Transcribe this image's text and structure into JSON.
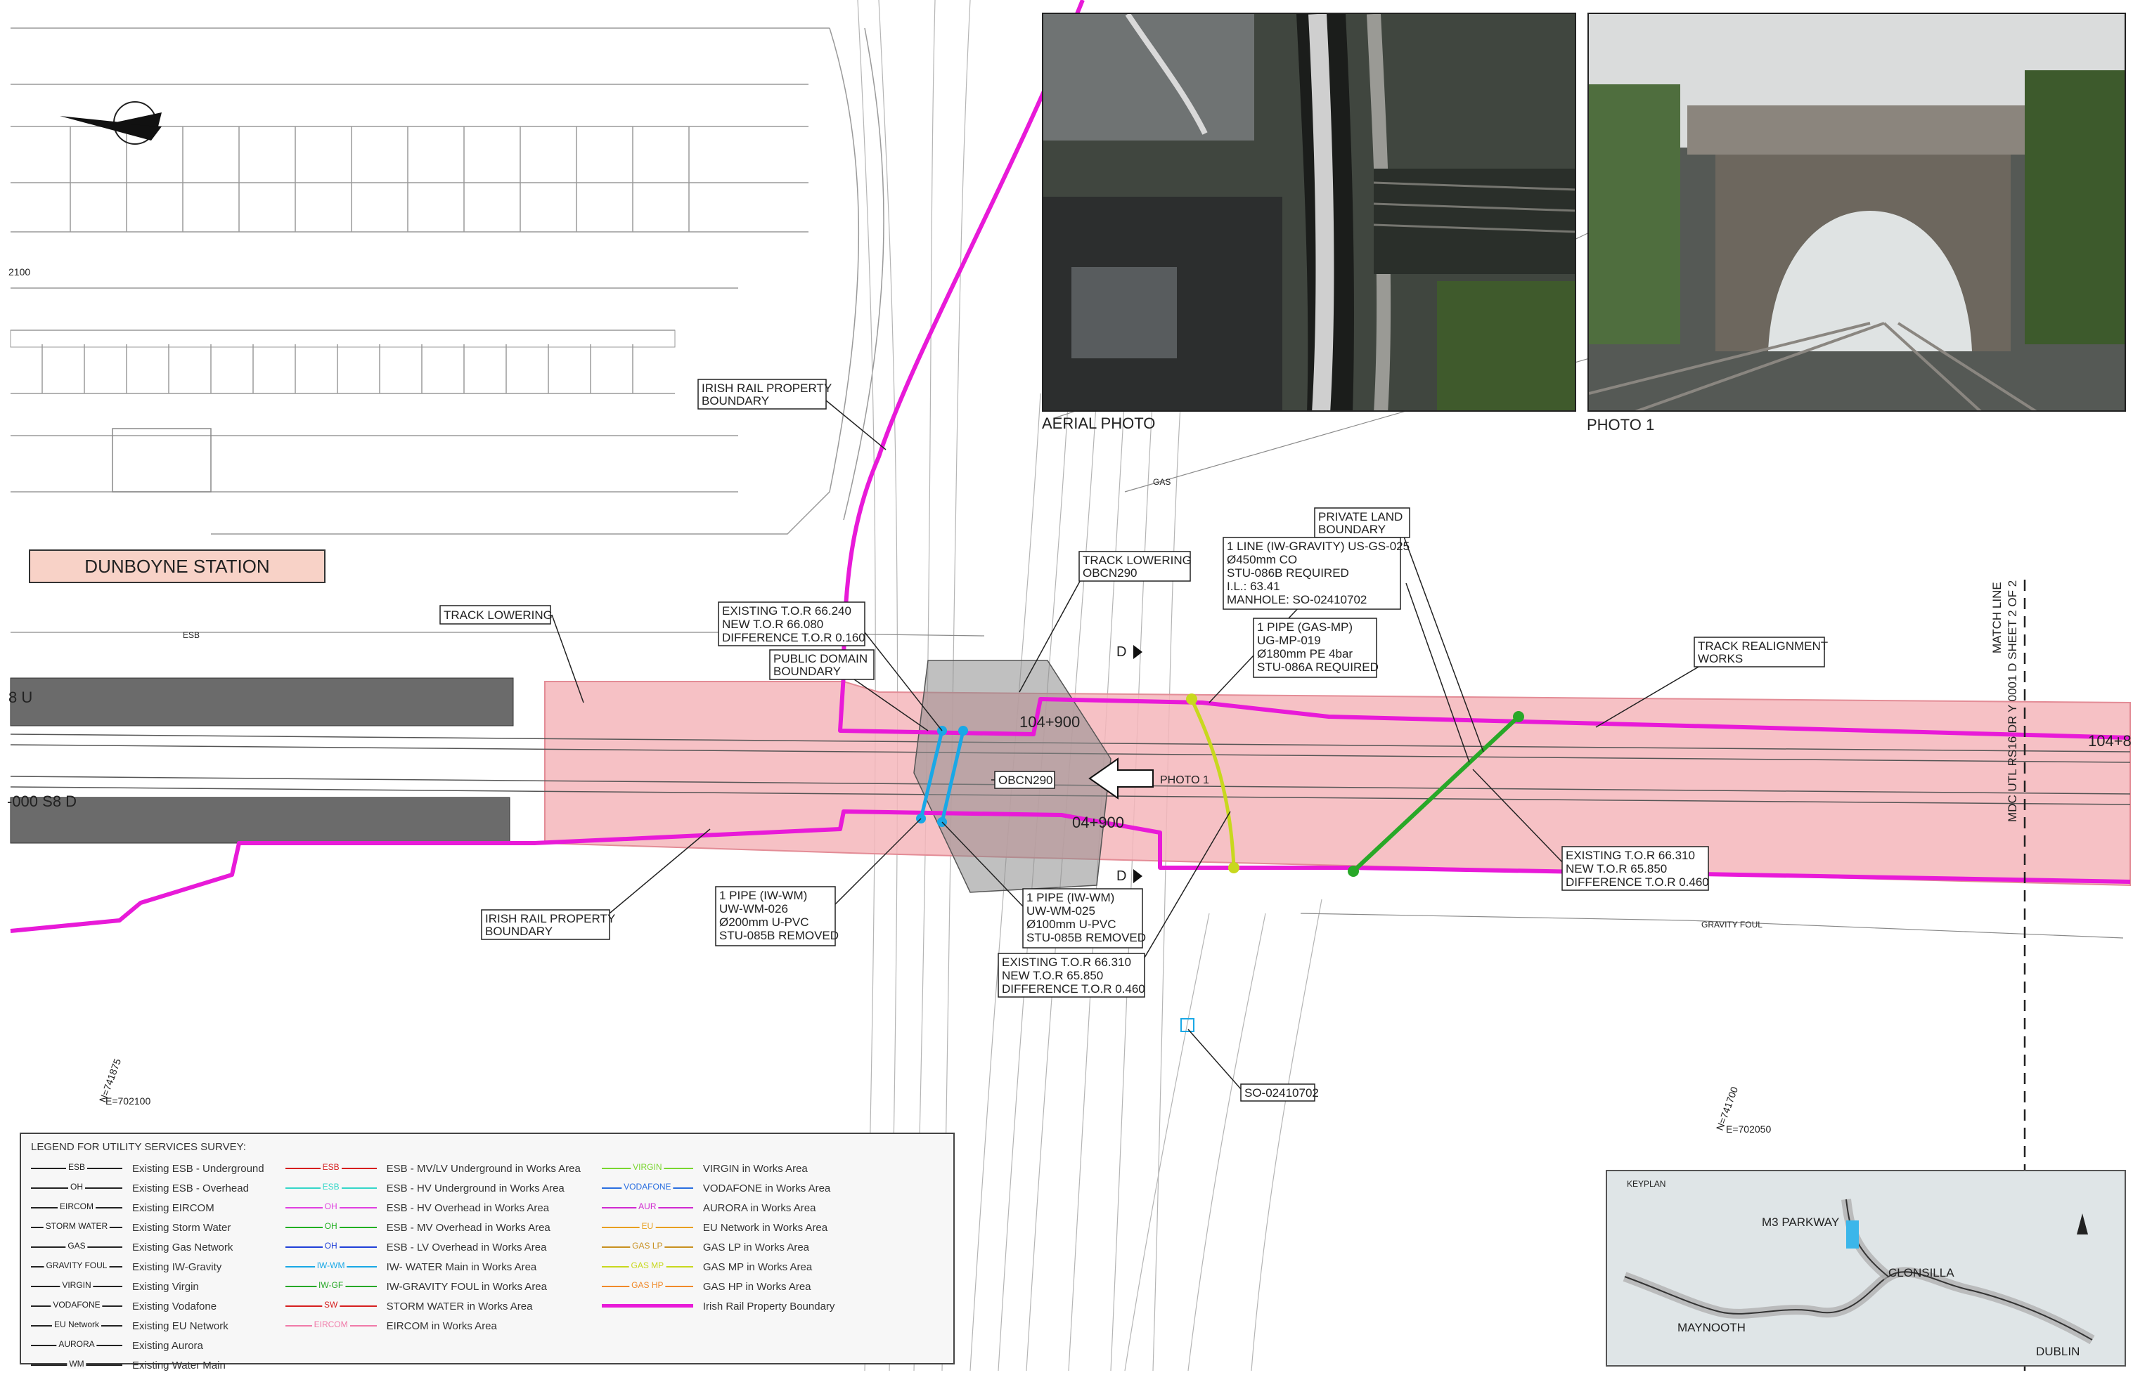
{
  "station_name": "DUNBOYNE STATION",
  "chainages": {
    "left_upper": "8 U",
    "left_lower": "-000 S8 D",
    "mid_upper": "104+900",
    "mid_lower": "04+900",
    "right_upper": "104+8"
  },
  "grid_refs": {
    "n1": "N=741875",
    "e1": "E=702100",
    "n2": "N=741700",
    "e2": "E=702050",
    "edge": "2100"
  },
  "match_line": {
    "line1": "MATCH LINE",
    "line2": "MDC UTL RS16 DR Y 0001 D SHEET 2 OF 2"
  },
  "photos": {
    "aerial_label": "AERIAL PHOTO",
    "photo1_label": "PHOTO 1"
  },
  "callouts": {
    "irish_rail_top": [
      "IRISH RAIL PROPERTY",
      "BOUNDARY"
    ],
    "track_lowering_left": [
      "TRACK LOWERING"
    ],
    "existing_tor_1": [
      "EXISTING T.O.R  66.240",
      "NEW T.O.R  66.080",
      "DIFFERENCE T.O.R  0.160"
    ],
    "public_domain": [
      "PUBLIC DOMAIN",
      "BOUNDARY"
    ],
    "track_lowering_obcn": [
      "TRACK LOWERING",
      "OBCN290"
    ],
    "private_land": [
      "PRIVATE LAND",
      "BOUNDARY"
    ],
    "iw_gravity": [
      "1 LINE (IW-GRAVITY) US-GS-025",
      "Ø450mm CO",
      "STU-086B REQUIRED",
      "I.L.: 63.41",
      "MANHOLE: SO-02410702"
    ],
    "gas_mp": [
      "1 PIPE (GAS-MP)",
      "UG-MP-019",
      "Ø180mm PE 4bar",
      "STU-086A REQUIRED"
    ],
    "track_realignment": [
      "TRACK REALIGNMENT",
      "WORKS"
    ],
    "obcn290": [
      "OBCN290"
    ],
    "photo1_arrow": [
      "PHOTO 1"
    ],
    "iw_wm_026": [
      "1 PIPE (IW-WM)",
      "UW-WM-026",
      "Ø200mm U-PVC",
      "STU-085B REMOVED"
    ],
    "irish_rail_bottom": [
      "IRISH RAIL PROPERTY",
      "BOUNDARY"
    ],
    "iw_wm_025": [
      "1 PIPE (IW-WM)",
      "UW-WM-025",
      "Ø100mm U-PVC",
      "STU-085B REMOVED"
    ],
    "existing_tor_2": [
      "EXISTING T.O.R  66.310",
      "NEW T.O.R  65.850",
      "DIFFERENCE T.O.R  0.460"
    ],
    "existing_tor_3": [
      "EXISTING T.O.R  66.310",
      "NEW T.O.R  65.850",
      "DIFFERENCE T.O.R  0.460"
    ],
    "so_manhole": [
      "SO-02410702"
    ]
  },
  "section_marker": "D",
  "line_tags": {
    "esb": "ESB",
    "gravity_foul": "GRAVITY FOUL",
    "gas": "GAS"
  },
  "colors": {
    "boundary": "#e81ad8",
    "works_area": "#f4b6bb",
    "iw_gravity": "#28a828",
    "gas_mp": "#c8d81e",
    "iw_wm": "#19a8e6",
    "station_fill": "#f8d2c7"
  },
  "legend": {
    "title": "LEGEND FOR UTILITY SERVICES SURVEY:",
    "col1": [
      {
        "tag": "ESB",
        "desc": "Existing ESB - Underground",
        "color": "#222222"
      },
      {
        "tag": "OH",
        "desc": "Existing ESB - Overhead",
        "color": "#222222"
      },
      {
        "tag": "EIRCOM",
        "desc": "Existing EIRCOM",
        "color": "#222222"
      },
      {
        "tag": "STORM WATER",
        "desc": "Existing Storm Water",
        "color": "#222222"
      },
      {
        "tag": "GAS",
        "desc": "Existing Gas Network",
        "color": "#222222"
      },
      {
        "tag": "GRAVITY FOUL",
        "desc": "Existing IW-Gravity",
        "color": "#222222"
      },
      {
        "tag": "VIRGIN",
        "desc": "Existing Virgin",
        "color": "#222222"
      },
      {
        "tag": "VODAFONE",
        "desc": "Existing Vodafone",
        "color": "#222222"
      },
      {
        "tag": "EU Network",
        "desc": "Existing EU Network",
        "color": "#222222"
      },
      {
        "tag": "AURORA",
        "desc": "Existing Aurora",
        "color": "#222222"
      },
      {
        "tag": "WM",
        "desc": "Existing Water Main",
        "color": "#222222"
      }
    ],
    "col2": [
      {
        "tag": "ESB",
        "desc": "ESB - MV/LV Underground in Works Area",
        "color": "#d61f1f"
      },
      {
        "tag": "ESB",
        "desc": "ESB - HV Underground in Works Area",
        "color": "#35d6c8"
      },
      {
        "tag": "OH",
        "desc": "ESB - HV Overhead in Works Area",
        "color": "#e040e0"
      },
      {
        "tag": "OH",
        "desc": "ESB - MV Overhead in Works Area",
        "color": "#22b022"
      },
      {
        "tag": "OH",
        "desc": "ESB - LV Overhead in Works Area",
        "color": "#2040d8"
      },
      {
        "tag": "IW-WM",
        "desc": "IW- WATER Main in Works Area",
        "color": "#19a8e6"
      },
      {
        "tag": "IW-GF",
        "desc": "IW-GRAVITY FOUL in Works Area",
        "color": "#28a828"
      },
      {
        "tag": "SW",
        "desc": "STORM WATER in Works Area",
        "color": "#d61f1f"
      },
      {
        "tag": "EIRCOM",
        "desc": "EIRCOM in Works Area",
        "color": "#f07aa8"
      }
    ],
    "col3": [
      {
        "tag": "VIRGIN",
        "desc": "VIRGIN in Works Area",
        "color": "#7ad630"
      },
      {
        "tag": "VODAFONE",
        "desc": "VODAFONE in Works Area",
        "color": "#2a6ee0"
      },
      {
        "tag": "AUR",
        "desc": "AURORA in Works Area",
        "color": "#d02ad0"
      },
      {
        "tag": "EU",
        "desc": "EU Network in Works Area",
        "color": "#e8a020"
      },
      {
        "tag": "GAS LP",
        "desc": "GAS LP in Works Area",
        "color": "#c89020"
      },
      {
        "tag": "GAS MP",
        "desc": "GAS MP in Works Area",
        "color": "#c8d81e"
      },
      {
        "tag": "GAS HP",
        "desc": "GAS HP in Works Area",
        "color": "#f08a2a"
      },
      {
        "tag": "",
        "desc": "Irish Rail Property Boundary",
        "color": "#e81ad8"
      }
    ]
  },
  "keyplan": {
    "title": "KEYPLAN",
    "places": [
      "M3 PARKWAY",
      "CLONSILLA",
      "MAYNOOTH",
      "DUBLIN"
    ]
  }
}
